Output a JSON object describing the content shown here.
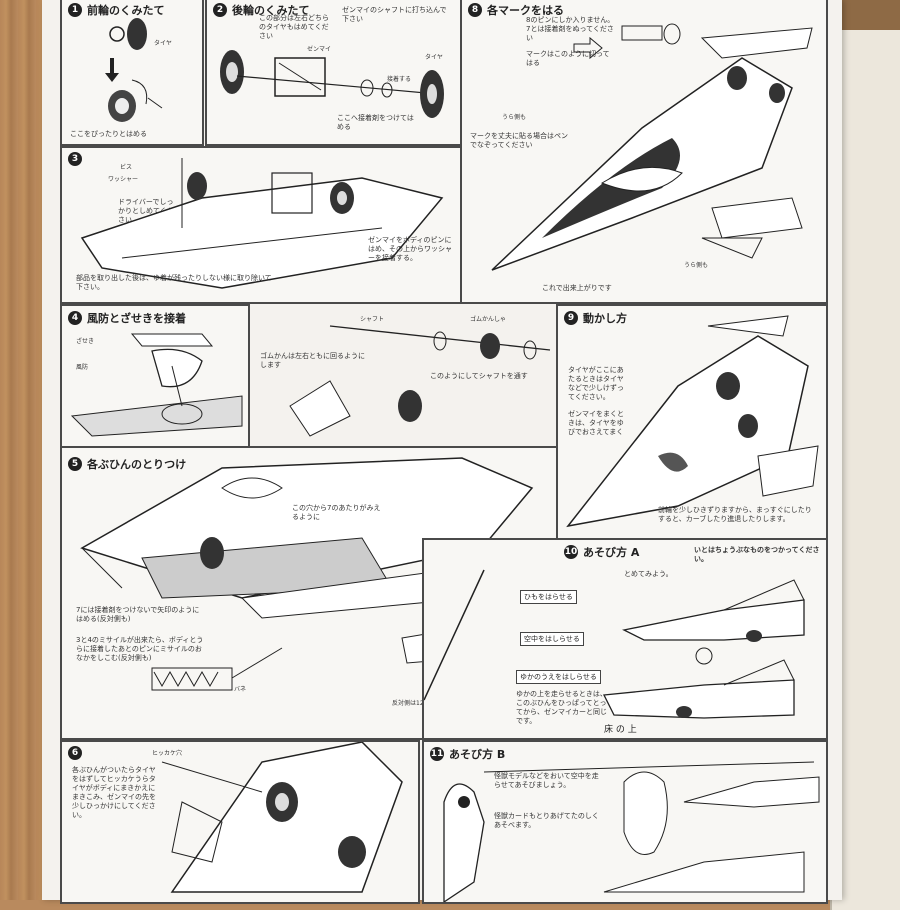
{
  "steps": {
    "s1": {
      "num": "1",
      "title": "前輪のくみたて",
      "tire": "タイヤ",
      "note": "ここをぴったりとはめる"
    },
    "s2": {
      "num": "2",
      "title": "後輪のくみたて",
      "note1": "この部分は左右どちらのタイヤもはめてください",
      "note2": "ゼンマイのシャフトに打ち込んで下さい",
      "shaft": "ゼンマイ",
      "tire": "タイヤ",
      "glue": "接着する",
      "note3": "ここへ接着剤をつけてはめる"
    },
    "s3": {
      "num": "3",
      "screw": "ビス",
      "washer": "ワッシャー",
      "note1": "ドライバーでしっかりとしめてください",
      "note2": "ゼンマイをボディのピンにはめ、その上からワッシャーを接着する。",
      "warning": "部品を取り出した後は、ゆ着が残ったりしない様に取り除いて下さい。"
    },
    "s4": {
      "num": "4",
      "title": "風防とざせきを接着",
      "seat": "ざせき",
      "canopy": "風防"
    },
    "s5": {
      "num": "5",
      "title": "各ぶひんのとりつけ",
      "shaft": "シャフト",
      "gum": "ゴムかんしゃ",
      "note1": "ゴムかんは左右ともに回るようにします",
      "note2": "このようにしてシャフトを通す",
      "note3": "この穴から7のあたりがみえるように",
      "note4": "7には接着剤をつけないで矢印のようにはめる(反対側も)",
      "note5": "3と4のミサイルが出来たら、ボディとうらに接着したあとのピンにミサイルのおなかをしこむ(反対側も)",
      "spring": "バネ",
      "opp12": "反対側は12"
    },
    "s6": {
      "num": "6",
      "hook": "ヒッカケ穴",
      "note": "各ぶひんがついたらタイヤをはずしてヒッカケうらタイヤがボディにまきかえにまきこみ、ゼンマイの先を少しひっかけにしてください。"
    },
    "s8": {
      "num": "8",
      "title": "各マークをはる",
      "note1": "8のピンにしか入りません。7とは接着剤をぬってください",
      "note2": "マークはこのように切ってはる",
      "note3": "マークを丈夫に貼る場合はペンでなぞってください",
      "back": "うら側も",
      "note4": "これで出来上がりです"
    },
    "s9": {
      "num": "9",
      "title": "動かし方",
      "note1": "タイヤがここにあたるときはタイヤなどで少しけずってください。",
      "note2": "ゼンマイをまくときは、タイヤをゆびでおさえてまく",
      "note3": "前輪を少しひきずりますから、まっすぐにしたりすると、カーブしたり進退したりします。"
    },
    "s10": {
      "num": "10",
      "title": "あそび方 A",
      "subtitle": "いとはちょうぶなものをつかってください。",
      "box1": "ひもをはらせる",
      "box2": "空中をはしらせる",
      "box3": "ゆかのうえをはしらせる",
      "note1": "とめてみよう。",
      "note2": "ゆかの上を走らせるときは、このぶひんをひっぱってとってから、ゼンマイカーと同じです。",
      "floor": "床 の 上"
    },
    "s11": {
      "num": "11",
      "title": "あそび方 B",
      "star1": "怪獣モデルなどをおいて空中を走らせてあそびましょう。",
      "star2": "怪獣カードもとりあげてたのしくあそべます。"
    }
  },
  "colors": {
    "ink": "#222222",
    "paper": "#f4f2ee",
    "border": "#4a4a4a"
  }
}
